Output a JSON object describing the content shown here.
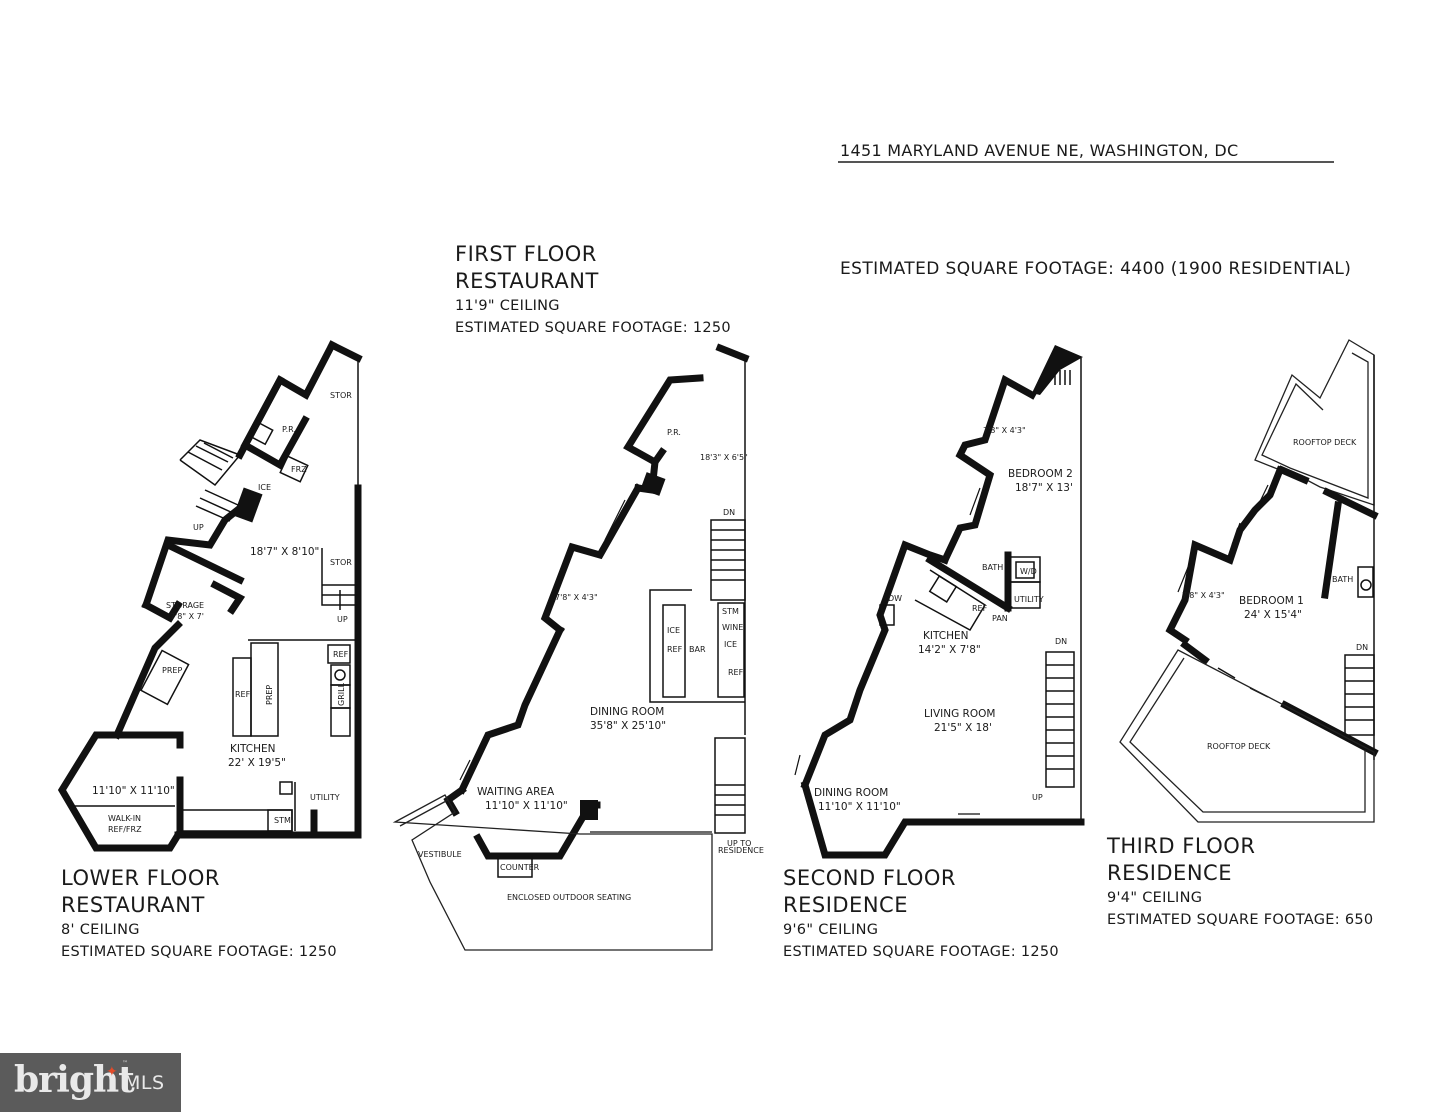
{
  "header": {
    "address": "1451 MARYLAND AVENUE NE, WASHINGTON, DC",
    "total_sqft": "ESTIMATED SQUARE FOOTAGE: 4400 (1900 RESIDENTIAL)"
  },
  "floors": [
    {
      "title_line1": "LOWER FLOOR",
      "title_line2": "RESTAURANT",
      "ceiling": "8' CEILING",
      "sqft": "ESTIMATED SQUARE FOOTAGE: 1250",
      "rooms": {
        "stor_top": "STOR",
        "pr": "P.R.",
        "frz": "FRZ",
        "ice": "ICE",
        "up": "UP",
        "hall_dim": "18'7\" X 8'10\"",
        "stor_stair": "STOR",
        "stair_up": "UP",
        "storage": "STORAGE",
        "storage_dim": "7'8\" X 7'",
        "prep_diag": "PREP",
        "ref_island": "REF",
        "prep_island": "PREP",
        "ref_wall": "REF",
        "grill": "GRILL",
        "kitchen": "KITCHEN",
        "kitchen_dim": "22' X 19'5\"",
        "utility": "UTILITY",
        "stm": "STM",
        "bay_dim": "11'10\" X 11'10\"",
        "walkin_1": "WALK-IN",
        "walkin_2": "REF/FRZ"
      }
    },
    {
      "title_line1": "FIRST FLOOR",
      "title_line2": "RESTAURANT",
      "ceiling": "11'9\" CEILING",
      "sqft": "ESTIMATED SQUARE FOOTAGE: 1250",
      "rooms": {
        "pr": "P.R.",
        "hall_dim": "18'3\" X 6'5\"",
        "dn": "DN",
        "bay_dim": "7'8\" X 4'3\"",
        "ice": "ICE",
        "ref": "REF",
        "bar": "BAR",
        "stm": "STM",
        "wine": "WINE",
        "ice2": "ICE",
        "ref2": "REF",
        "dining": "DINING ROOM",
        "dining_dim": "35'8\" X 25'10\"",
        "waiting": "WAITING AREA",
        "waiting_dim": "11'10\" X 11'10\"",
        "vestibule": "VESTIBULE",
        "counter": "COUNTER",
        "outdoor": "ENCLOSED OUTDOOR SEATING",
        "up_res_1": "UP TO",
        "up_res_2": "RESIDENCE"
      }
    },
    {
      "title_line1": "SECOND FLOOR",
      "title_line2": "RESIDENCE",
      "ceiling": "9'6\" CEILING",
      "sqft": "ESTIMATED SQUARE FOOTAGE: 1250",
      "rooms": {
        "bay_dim": "7'8\" X 4'3\"",
        "bedroom": "BEDROOM 2",
        "bedroom_dim": "18'7\" X 13'",
        "bath": "BATH",
        "wd": "W/D",
        "utility": "UTILITY",
        "dw": "DW",
        "ref": "REF",
        "pan": "PAN",
        "kitchen": "KITCHEN",
        "kitchen_dim": "14'2\" X 7'8\"",
        "dn": "DN",
        "living": "LIVING ROOM",
        "living_dim": "21'5\" X 18'",
        "dining": "DINING ROOM",
        "dining_dim": "11'10\" X 11'10\"",
        "up": "UP"
      }
    },
    {
      "title_line1": "THIRD FLOOR",
      "title_line2": "RESIDENCE",
      "ceiling": "9'4\" CEILING",
      "sqft": "ESTIMATED SQUARE FOOTAGE: 650",
      "rooms": {
        "deck_top": "ROOFTOP DECK",
        "bay_dim": "7'8\" X 4'3\"",
        "bedroom": "BEDROOM 1",
        "bedroom_dim": "24' X 15'4\"",
        "bath": "BATH",
        "dn": "DN",
        "deck_bottom": "ROOFTOP DECK"
      }
    }
  ],
  "logo": {
    "brand": "bright",
    "suffix": "MLS",
    "tm": "™",
    "colors": {
      "background": "#5b5b5b",
      "text": "#e9e9e9",
      "star": "#e24b2a"
    }
  }
}
